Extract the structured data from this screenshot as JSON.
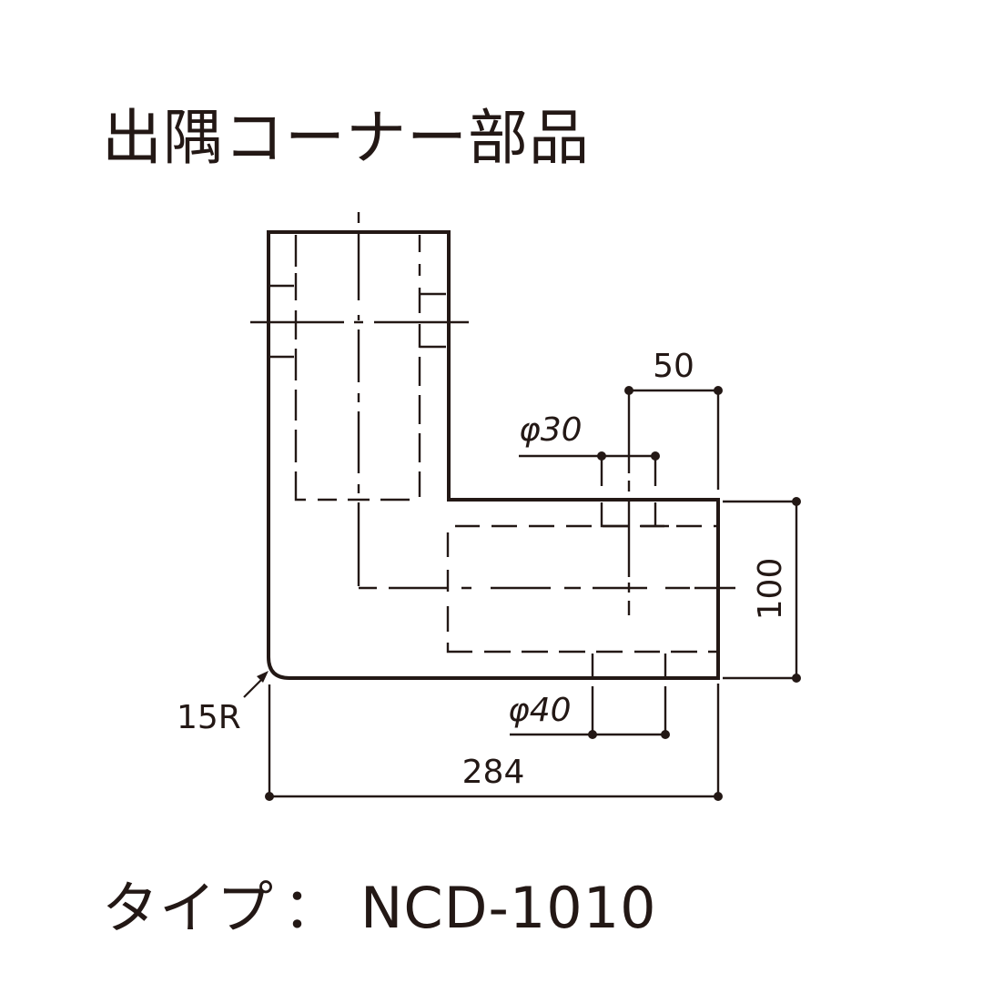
{
  "title": "出隅コーナー部品",
  "type": {
    "label": "タイプ",
    "separator": "：",
    "value": "NCD-1010"
  },
  "drawing": {
    "line_color": "#231815",
    "dimensions": {
      "width_50": "50",
      "dia_30": "φ30",
      "height_100": "100",
      "dia_40": "φ40",
      "total_284": "284",
      "radius_15r": "15R"
    }
  }
}
